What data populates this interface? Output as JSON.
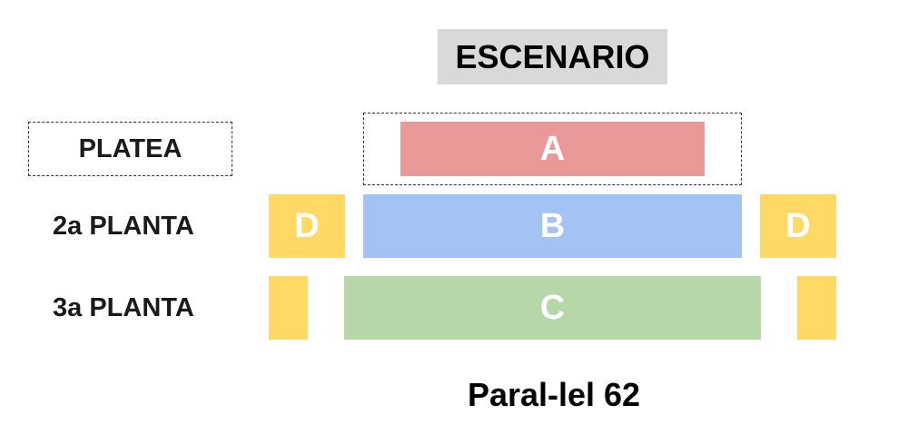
{
  "stage": {
    "label": "ESCENARIO",
    "bg": "#d9d9d9"
  },
  "levels": {
    "platea": "PLATEA",
    "planta2": "2a PLANTA",
    "planta3": "3a PLANTA"
  },
  "sections": {
    "a": {
      "label": "A",
      "color": "#ea9999"
    },
    "b": {
      "label": "B",
      "color": "#a4c2f4"
    },
    "c": {
      "label": "C",
      "color": "#b6d7a8"
    },
    "d": {
      "label": "D",
      "color": "#ffd966"
    }
  },
  "venue": {
    "name": "Paral-lel 62"
  }
}
